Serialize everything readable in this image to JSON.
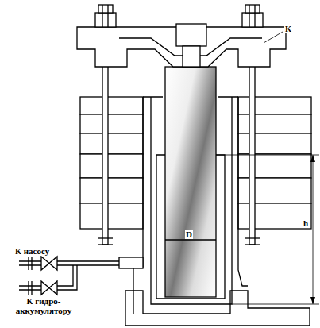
{
  "diagram": {
    "labels": [
      "К",
      "К насосу",
      "К гидро- аккумулятору",
      "D",
      "h"
    ]
  }
}
